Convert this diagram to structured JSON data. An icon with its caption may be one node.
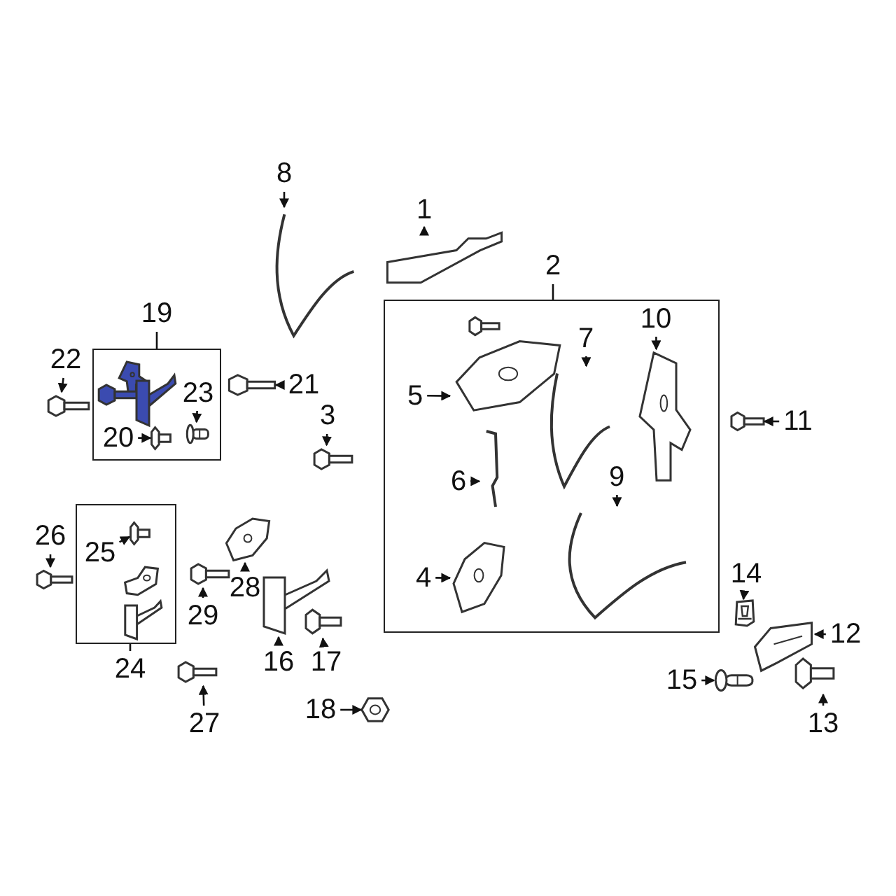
{
  "diagram": {
    "nodes": [
      {
        "text": [
          "8"
        ]
      },
      {
        "text": [],
        "shape": "picture"
      },
      {
        "text": [
          "1"
        ]
      },
      {
        "text": [],
        "shape": "picture"
      },
      {
        "text": [
          "2"
        ]
      },
      {
        "text": [],
        "shape": "box"
      },
      {
        "text": [
          "10"
        ],
        "in": 5
      },
      {
        "text": [],
        "shape": "picture",
        "in": 5
      },
      {
        "text": [
          "7"
        ],
        "in": 5
      },
      {
        "text": [],
        "shape": "picture",
        "in": 5
      },
      {
        "text": [
          "5"
        ],
        "in": 5
      },
      {
        "text": [],
        "shape": "picture",
        "in": 5
      },
      {
        "text": [
          "6"
        ],
        "in": 5
      },
      {
        "text": [],
        "shape": "picture",
        "in": 5
      },
      {
        "text": [
          "9"
        ],
        "in": 5
      },
      {
        "text": [],
        "shape": "picture",
        "in": 5
      },
      {
        "text": [
          "4"
        ],
        "in": 5
      },
      {
        "text": [],
        "shape": "picture",
        "in": 5
      },
      {
        "text": [
          "19"
        ]
      },
      {
        "text": [],
        "shape": "box"
      },
      {
        "text": [
          "22"
        ]
      },
      {
        "text": [],
        "shape": "picture"
      },
      {
        "text": [
          "20"
        ],
        "in": 19
      },
      {
        "text": [],
        "shape": "picture",
        "in": 19
      },
      {
        "text": [
          "23"
        ],
        "in": 19
      },
      {
        "text": [],
        "shape": "picture",
        "in": 19
      },
      {
        "text": [
          "21"
        ]
      },
      {
        "text": [],
        "shape": "picture"
      },
      {
        "text": [
          "3"
        ]
      },
      {
        "text": [],
        "shape": "picture"
      },
      {
        "text": [
          "11"
        ]
      },
      {
        "text": [],
        "shape": "picture"
      },
      {
        "text": [
          "26"
        ]
      },
      {
        "text": [],
        "shape": "picture"
      },
      {
        "text": [
          "24"
        ]
      },
      {
        "text": [],
        "shape": "box"
      },
      {
        "text": [
          "25"
        ],
        "in": 35
      },
      {
        "text": [],
        "shape": "picture",
        "in": 35
      },
      {
        "text": [
          "28"
        ]
      },
      {
        "text": [],
        "shape": "picture"
      },
      {
        "text": [
          "29"
        ]
      },
      {
        "text": [],
        "shape": "picture"
      },
      {
        "text": [
          "14"
        ]
      },
      {
        "text": [],
        "shape": "picture"
      },
      {
        "text": [
          "12"
        ]
      },
      {
        "text": [],
        "shape": "picture"
      },
      {
        "text": [
          "16"
        ]
      },
      {
        "text": [],
        "shape": "picture"
      },
      {
        "text": [
          "17"
        ]
      },
      {
        "text": [],
        "shape": "picture"
      },
      {
        "text": [
          "15"
        ]
      },
      {
        "text": [],
        "shape": "picture"
      },
      {
        "text": [
          "13"
        ]
      },
      {
        "text": [],
        "shape": "picture"
      },
      {
        "text": [
          "27"
        ]
      },
      {
        "text": [],
        "shape": "picture"
      },
      {
        "text": [
          "18"
        ]
      },
      {
        "text": [],
        "shape": "picture"
      }
    ],
    "edges": [
      {
        "from": 0,
        "to": 1,
        "arrow": "to"
      },
      {
        "from": 2,
        "to": 3,
        "arrow": "to"
      },
      {
        "from": 4,
        "to": 5,
        "arrow": "none"
      },
      {
        "from": 6,
        "to": 7,
        "arrow": "to"
      },
      {
        "from": 8,
        "to": 9,
        "arrow": "to"
      },
      {
        "from": 10,
        "to": 11,
        "arrow": "to"
      },
      {
        "from": 12,
        "to": 13,
        "arrow": "to"
      },
      {
        "from": 14,
        "to": 15,
        "arrow": "to"
      },
      {
        "from": 16,
        "to": 17,
        "arrow": "to"
      },
      {
        "from": 18,
        "to": 19,
        "arrow": "none"
      },
      {
        "from": 20,
        "to": 21,
        "arrow": "to"
      },
      {
        "from": 22,
        "to": 23,
        "arrow": "to"
      },
      {
        "from": 24,
        "to": 25,
        "arrow": "to"
      },
      {
        "from": 26,
        "to": 27,
        "arrow": "to"
      },
      {
        "from": 28,
        "to": 29,
        "arrow": "to"
      },
      {
        "from": 30,
        "to": 31,
        "arrow": "to"
      },
      {
        "from": 32,
        "to": 33,
        "arrow": "to"
      },
      {
        "from": 34,
        "to": 35,
        "arrow": "none"
      },
      {
        "from": 36,
        "to": 37,
        "arrow": "to"
      },
      {
        "from": 38,
        "to": 39,
        "arrow": "to"
      },
      {
        "from": 40,
        "to": 41,
        "arrow": "to"
      },
      {
        "from": 42,
        "to": 43,
        "arrow": "to"
      },
      {
        "from": 44,
        "to": 45,
        "arrow": "to"
      },
      {
        "from": 46,
        "to": 47,
        "arrow": "to"
      },
      {
        "from": 48,
        "to": 49,
        "arrow": "to"
      },
      {
        "from": 50,
        "to": 51,
        "arrow": "to"
      },
      {
        "from": 52,
        "to": 53,
        "arrow": "to"
      },
      {
        "from": 54,
        "to": 55,
        "arrow": "to"
      },
      {
        "from": 56,
        "to": 57,
        "arrow": "to"
      }
    ]
  }
}
